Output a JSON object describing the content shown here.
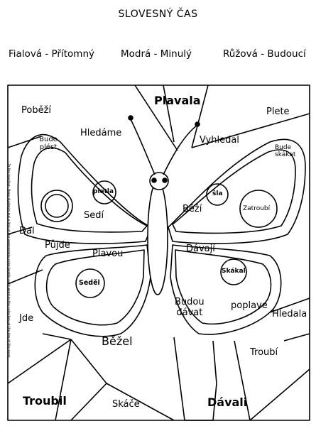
{
  "title": "SLOVESNÝ ČAS",
  "legend": {
    "present": "Fialová - Přítomný",
    "past": "Modrá - Minulý",
    "future": "Růžová - Budoucí"
  },
  "words": {
    "pobezi": "Poběží",
    "plavala": "Plavala",
    "plete": "Plete",
    "bude_plest_1": "Bude",
    "bude_plest_2": "plést",
    "hledame": "Hledáme",
    "vyhledal": "Vyhledal",
    "bude_skakat_1": "Bude",
    "bude_skakat_2": "skákat",
    "pletla": "pletla",
    "sla": "šla",
    "sedi": "Sedí",
    "bezi": "Běží",
    "zatroubi": "Zatroubí",
    "dal": "Dal",
    "pujde": "Půjde",
    "plavou": "Plavou",
    "davaji": "Dávají",
    "skakal": "Skákal",
    "sedel": "Seděl",
    "jde": "Jde",
    "budou_davat_1": "Budou",
    "budou_davat_2": "dávat",
    "poplave": "poplave",
    "hledala": "Hledala",
    "bezel": "Běžel",
    "troubi": "Troubí",
    "troubil": "Troubil",
    "skace": "Skáče",
    "davali": "Dávali"
  },
  "side_note": "To the teacher: Have students put a line of the appropriate color beside each word in the color key at the top of the page."
}
